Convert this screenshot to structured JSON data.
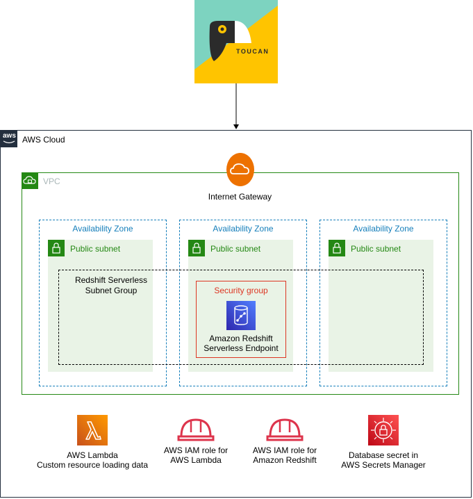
{
  "logo": {
    "text": "TOUCAN"
  },
  "aws_cloud": {
    "label": "AWS Cloud",
    "icon_text": "aws"
  },
  "vpc": {
    "label": "VPC"
  },
  "internet_gateway": {
    "label": "Internet Gateway"
  },
  "availability_zones": [
    {
      "label": "Availability Zone",
      "subnet": "Public subnet"
    },
    {
      "label": "Availability Zone",
      "subnet": "Public subnet"
    },
    {
      "label": "Availability Zone",
      "subnet": "Public subnet"
    }
  ],
  "subnet_group": {
    "line1": "Redshift Serverless",
    "line2": "Subnet Group"
  },
  "security_group": {
    "label": "Security group"
  },
  "redshift_endpoint": {
    "line1": "Amazon Redshift",
    "line2": "Serverless Endpoint"
  },
  "bottom_services": [
    {
      "line1": "AWS Lambda",
      "line2": "Custom resource loading data"
    },
    {
      "line1": "AWS IAM role for",
      "line2": "AWS Lambda"
    },
    {
      "line1": "AWS IAM role for",
      "line2": "Amazon Redshift"
    },
    {
      "line1": "Database secret in",
      "line2": "AWS Secrets Manager"
    }
  ],
  "colors": {
    "vpc_green": "#248814",
    "az_blue": "#147eba",
    "security_red": "#dd3522",
    "gateway_orange": "#ed7100",
    "redshift_blue": "#3b48cc",
    "lambda_orange": "#ed7100",
    "iam_red": "#dd344c",
    "toucan_teal": "#7dd3c0",
    "toucan_yellow": "#ffc400"
  }
}
